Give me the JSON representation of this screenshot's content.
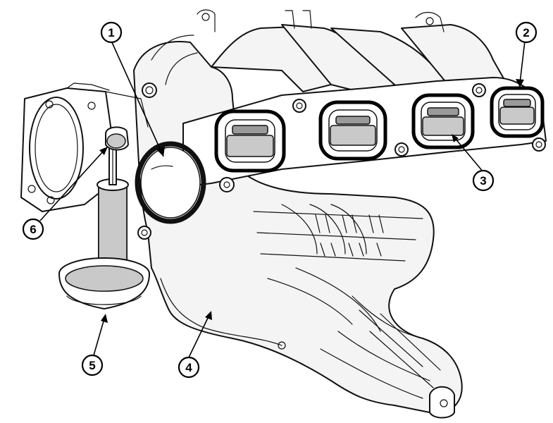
{
  "figure": {
    "background_color": "#ffffff",
    "line_color": "#111111",
    "callouts": [
      {
        "id": "c1",
        "label": "1"
      },
      {
        "id": "c2",
        "label": "2"
      },
      {
        "id": "c3",
        "label": "3"
      },
      {
        "id": "c4",
        "label": "4"
      },
      {
        "id": "c5",
        "label": "5"
      },
      {
        "id": "c6",
        "label": "6"
      }
    ]
  }
}
